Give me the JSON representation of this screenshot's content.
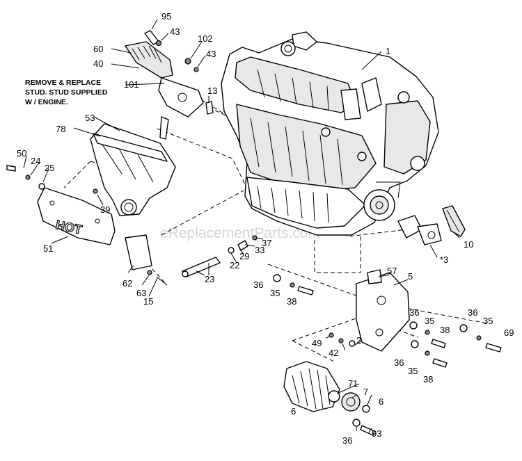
{
  "watermark": "eReplacementParts.com",
  "note_lines": [
    "REMOVE & REPLACE",
    "STUD. STUD SUPPLIED",
    "W / ENGINE."
  ],
  "hot_text": "HOT",
  "callouts": [
    "95",
    "43",
    "60",
    "40",
    "102",
    "43",
    "1",
    "101",
    "13",
    "53",
    "78",
    "50",
    "24",
    "25",
    "39",
    "51",
    "10",
    "*3",
    "37",
    "33",
    "29",
    "22",
    "23",
    "62",
    "63",
    "15",
    "57",
    "5",
    "36",
    "35",
    "38",
    "36",
    "35",
    "38",
    "36",
    "35",
    "69",
    "49",
    "42",
    "2",
    "36",
    "35",
    "38",
    "71",
    "7",
    "6",
    "6",
    "36",
    "93"
  ]
}
